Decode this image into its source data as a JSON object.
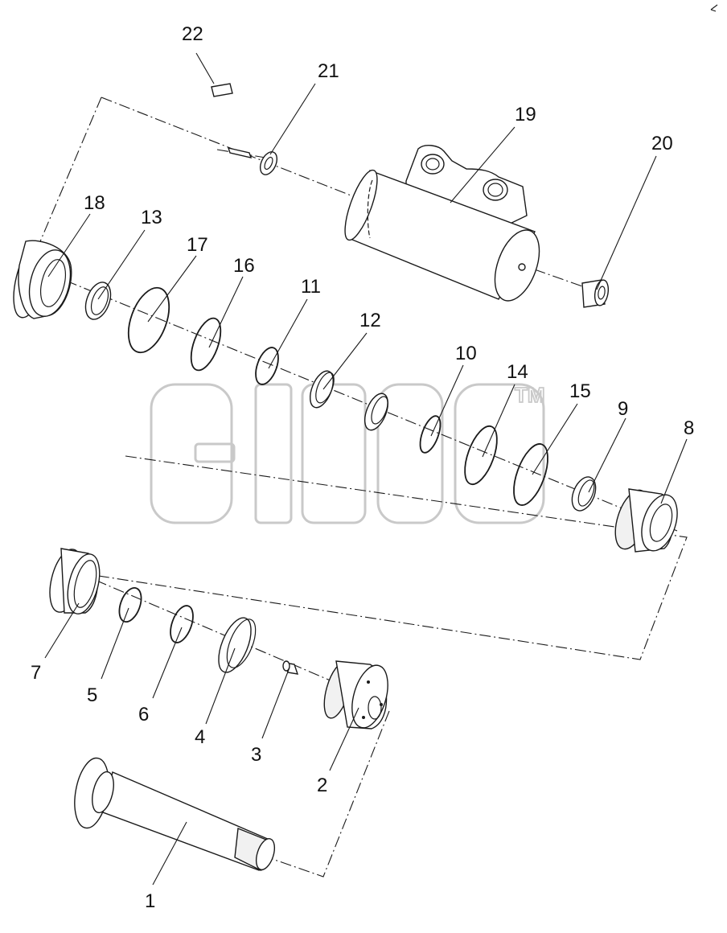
{
  "diagram": {
    "part_labels": [
      "1",
      "2",
      "3",
      "4",
      "5",
      "6",
      "7",
      "8",
      "9",
      "10",
      "11",
      "12",
      "13",
      "14",
      "15",
      "16",
      "17",
      "18",
      "19",
      "20",
      "21",
      "22"
    ],
    "watermark": {
      "text": "TM"
    }
  }
}
